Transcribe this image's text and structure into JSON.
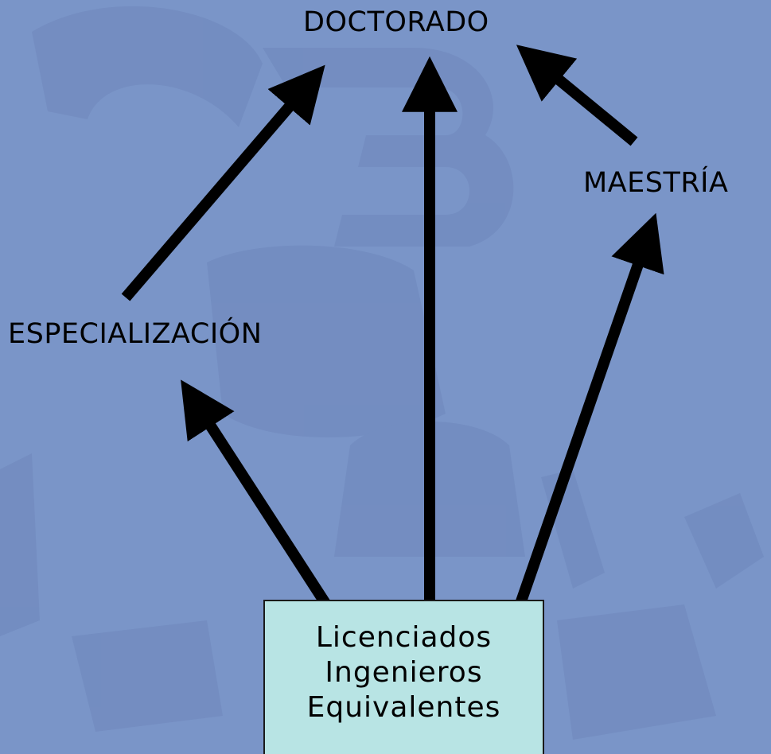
{
  "background": {
    "color": "#7a95c8",
    "watermark_color": "#6f89bd"
  },
  "diagram": {
    "arrow_color": "#000000",
    "nodes": {
      "doctorado": "DOCTORADO",
      "maestria": "MAESTRÍA",
      "especializacion": "ESPECIALIZACIÓN"
    },
    "base_box": {
      "fill": "#b8e4e4",
      "lines": [
        "Licenciados",
        "Ingenieros",
        "Equivalentes"
      ]
    },
    "edges": [
      {
        "from": "base",
        "to": "especializacion"
      },
      {
        "from": "base",
        "to": "doctorado"
      },
      {
        "from": "base",
        "to": "maestria"
      },
      {
        "from": "especializacion",
        "to": "doctorado"
      },
      {
        "from": "maestria",
        "to": "doctorado"
      }
    ]
  }
}
